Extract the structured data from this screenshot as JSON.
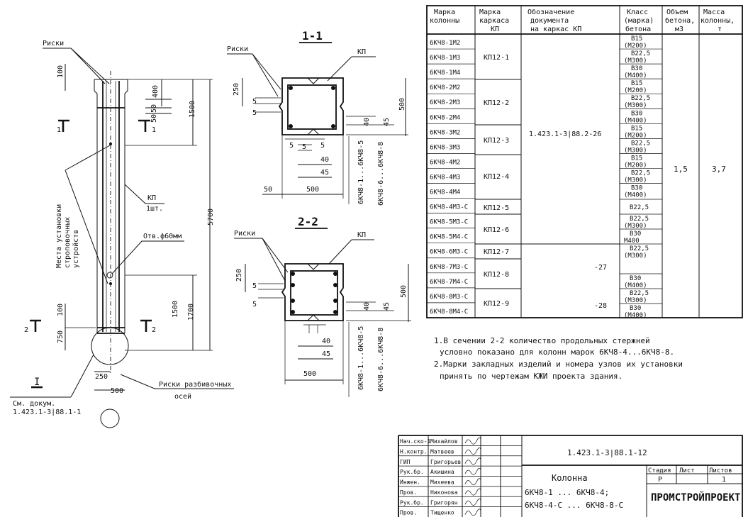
{
  "labels": {
    "riski": "Риски",
    "kp": "КП",
    "kp_1sht": "1шт.",
    "mesta_1": "Места установки",
    "mesta_2": "строповочных",
    "mesta_3": "устройств",
    "otv": "Отв.ф60мм",
    "riski_razb_1": "Риски разбивочных",
    "riski_razb_2": "осей",
    "sm_dokum": "См. докум.",
    "sm_dokum_ref": "1.423.1-3|88.1-1",
    "node_mark": "I",
    "sec_1": "1-1",
    "sec_2": "2-2",
    "sec_mark_1": "1",
    "sec_mark_2": "2",
    "range_a": "6КЧ8-1...6КЧ8-5",
    "range_b": "6КЧ8-6...6КЧ8-8"
  },
  "dims": {
    "d100": "100",
    "d400": "400",
    "d50": "50",
    "d1500": "1500",
    "d5700": "5700",
    "d1700": "1700",
    "d750": "750",
    "d250": "250",
    "d500": "500",
    "d5": "5",
    "d40": "40",
    "d45": "45"
  },
  "spec_table": {
    "headers": [
      [
        "Марка",
        "колонны"
      ],
      [
        "Марка",
        "каркаса",
        "КП"
      ],
      [
        "Обозначение",
        "документа",
        "на каркас КП"
      ],
      [
        "Класс",
        "(марка)",
        "бетона"
      ],
      [
        "Объем",
        "бетона,",
        "м3"
      ],
      [
        "Масса",
        "колонны,",
        "т"
      ]
    ],
    "rows": [
      {
        "mark": "6КЧ8-1М2",
        "cls": "В15",
        "grade": "(М200)"
      },
      {
        "mark": "6КЧ8-1М3",
        "cls": "В22,5",
        "grade": "(М300)"
      },
      {
        "mark": "6КЧ8-1М4",
        "cls": "В30",
        "grade": "(М400)"
      },
      {
        "mark": "6КЧ8-2М2",
        "cls": "В15",
        "grade": "(М200)"
      },
      {
        "mark": "6КЧ8-2М3",
        "cls": "В22,5",
        "grade": "(М300)"
      },
      {
        "mark": "6КЧ8-2М4",
        "cls": "В30",
        "grade": "(М400)"
      },
      {
        "mark": "6КЧ8-3М2",
        "cls": "В15",
        "grade": "(М200)"
      },
      {
        "mark": "6КЧ8-3М3",
        "cls": "В22,5",
        "grade": "(М300)"
      },
      {
        "mark": "6КЧ8-4М2",
        "cls": "В15",
        "grade": "(М200)"
      },
      {
        "mark": "6КЧ8-4М3",
        "cls": "В22,5",
        "grade": "(М300)"
      },
      {
        "mark": "6КЧ8-4М4",
        "cls": "В30",
        "grade": "(М400)"
      },
      {
        "mark": "6КЧ8-4М3-С",
        "cls": "",
        "grade": ""
      },
      {
        "mark": "6КЧ8-5М3-С",
        "cls": "",
        "grade": ""
      },
      {
        "mark": "6КЧ8-5М4-С",
        "cls": "",
        "grade": ""
      },
      {
        "mark": "6КЧ8-6М3-С",
        "cls": "",
        "grade": ""
      },
      {
        "mark": "6КЧ8-7М3-С",
        "cls": "",
        "grade": ""
      },
      {
        "mark": "6КЧ8-7М4-С",
        "cls": "",
        "grade": ""
      },
      {
        "mark": "6КЧ8-8М3-С",
        "cls": "",
        "grade": ""
      },
      {
        "mark": "6КЧ8-8М4-С",
        "cls": "",
        "grade": ""
      }
    ],
    "c_rows": [
      {
        "cls": "В22,5"
      },
      {
        "cls": "В22,5",
        "grade": "(М300)"
      },
      {
        "cls": "В30",
        "grade": "М400"
      },
      {
        "cls": "В22,5",
        "grade": "(М300)"
      },
      {
        "cls": "В30",
        "grade": "(М400)"
      },
      {
        "cls": "В22,5",
        "grade": "(М300)"
      },
      {
        "cls": "В30",
        "grade": "(М400)"
      }
    ],
    "kp_groups": [
      "КП12-1",
      "КП12-2",
      "КП12-3",
      "КП12-4",
      "КП12-5",
      "КП12-6",
      "КП12-7",
      "КП12-8",
      "КП12-9"
    ],
    "doc_main": "1.423.1-3|88.2-26",
    "doc_27": "-27",
    "doc_28": "-28",
    "volume": "1,5",
    "mass": "3,7"
  },
  "notes": [
    "1.В сечении 2-2 количество продольных стержней",
    "условно показано для колонн марок 6КЧ8-4...6КЧ8-8.",
    "2.Марки закладных изделий и номера узлов их установки",
    "принять по чертежам КЖИ проекта здания."
  ],
  "title_block": {
    "roles": [
      "Нач.ско-1",
      "Н.контр.",
      "ГИП",
      "Рук.бр.",
      "Инжен.",
      "Пров.",
      "Рук.бр.",
      "Пров."
    ],
    "names": [
      "Михайлов",
      "Матвеев",
      "Григорьев",
      "Акишина",
      "Михеева",
      "Никонова",
      "Григорян",
      "Тищенко"
    ],
    "doc_code": "1.423.1-3|88.1-12",
    "title": "Колонна",
    "subtitle_1": "6КЧ8-1 ... 6КЧ8-4;",
    "subtitle_2": "6КЧ8-4-С ... 6КЧ8-8-С",
    "stage_h": "Стадия",
    "sheet_h": "Лист",
    "sheets_h": "Листов",
    "stage": "Р",
    "sheets": "1",
    "org": "ПРОМСТРОЙПРОЕКТ"
  }
}
